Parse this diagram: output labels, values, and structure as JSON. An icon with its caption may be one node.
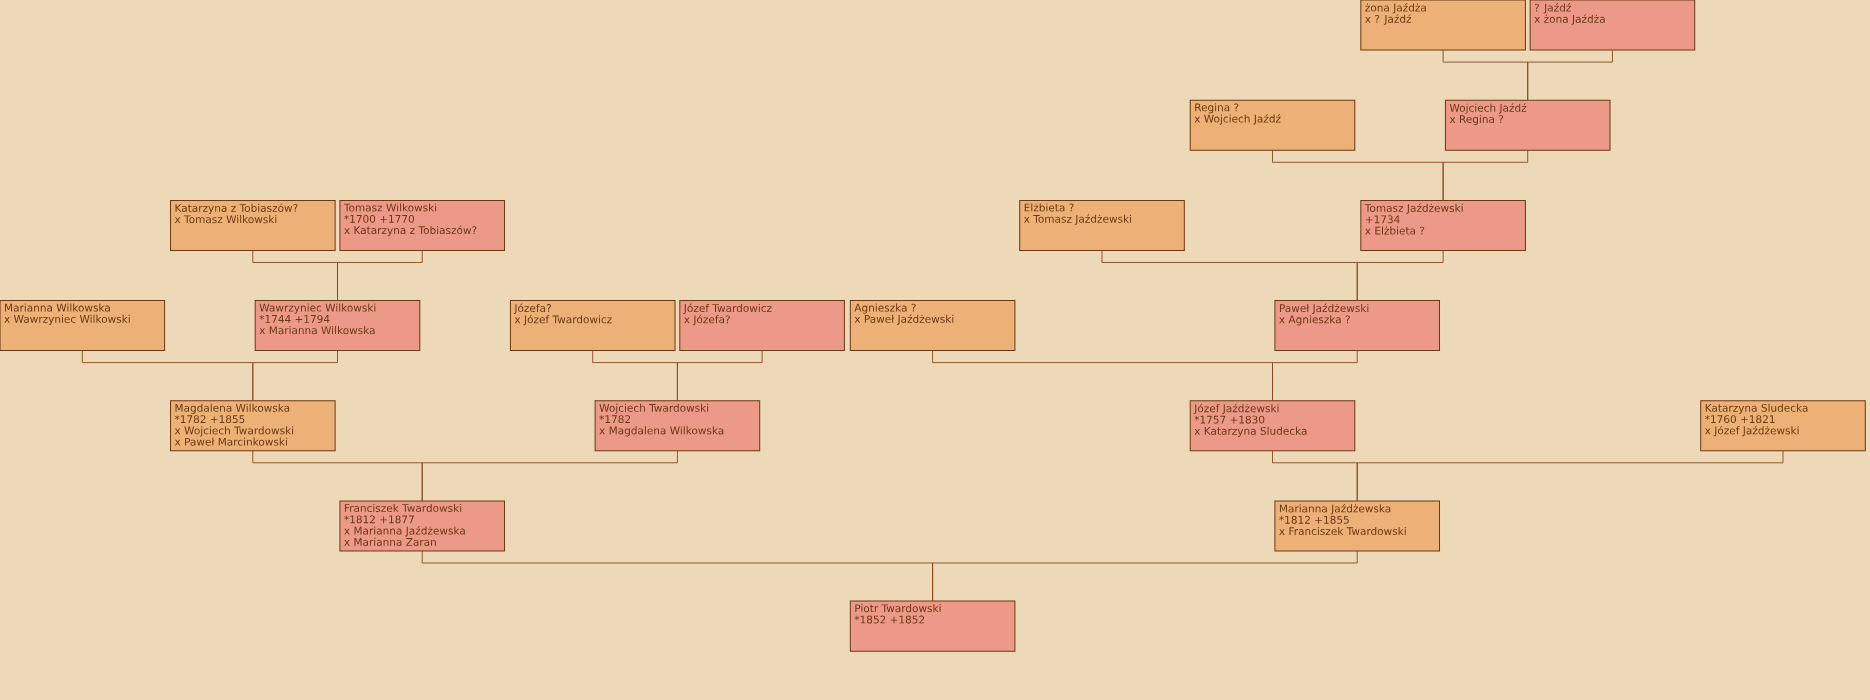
{
  "diagram": {
    "nodes": [
      {
        "text": [
          "żona Jaźdża",
          "x ? Jaźdź"
        ]
      },
      {
        "text": [
          "? Jaźdź",
          "x żona Jaźdża"
        ]
      },
      {
        "text": [
          "Regina ?",
          "x Wojciech Jaźdź"
        ]
      },
      {
        "text": [
          "Wojciech Jaźdź",
          "x Regina ?"
        ]
      },
      {
        "text": [
          "Katarzyna z Tobiaszów?",
          "x Tomasz Wilkowski"
        ]
      },
      {
        "text": [
          "Tomasz Wilkowski",
          "*1700 +1770",
          "x Katarzyna z Tobiaszów?"
        ]
      },
      {
        "text": [
          "Elżbieta ?",
          "x Tomasz Jaźdżewski"
        ]
      },
      {
        "text": [
          "Tomasz Jaźdżewski",
          "+1734",
          "x Elżbieta ?"
        ]
      },
      {
        "text": [
          "Marianna Wilkowska",
          "x Wawrzyniec Wilkowski"
        ]
      },
      {
        "text": [
          "Wawrzyniec Wilkowski",
          "*1744 +1794",
          "x Marianna Wilkowska"
        ]
      },
      {
        "text": [
          "Józefa?",
          "x Józef Twardowicz"
        ]
      },
      {
        "text": [
          "Józef Twardowicz",
          "x Józefa?"
        ]
      },
      {
        "text": [
          "Agnieszka ?",
          "x Paweł Jaźdżewski"
        ]
      },
      {
        "text": [
          "Paweł Jaźdżewski",
          "x Agnieszka ?"
        ]
      },
      {
        "text": [
          "Magdalena Wilkowska",
          "*1782 +1855",
          "x Wojciech Twardowski",
          "x Paweł Marcinkowski"
        ]
      },
      {
        "text": [
          "Wojciech Twardowski",
          "*1782",
          "x Magdalena Wilkowska"
        ]
      },
      {
        "text": [
          "Józef Jaźdżewski",
          "*1757 +1830",
          "x Katarzyna Sludecka"
        ]
      },
      {
        "text": [
          "Katarzyna Sludecka",
          "*1760 +1821",
          "x Józef Jaźdżewski"
        ]
      },
      {
        "text": [
          "Franciszek Twardowski",
          "*1812 +1877",
          "x Marianna Jaźdżewska",
          "x Marianna Zaran"
        ]
      },
      {
        "text": [
          "Marianna Jaźdżewska",
          "*1812 +1855",
          "x Franciszek Twardowski"
        ]
      },
      {
        "text": [
          "Piotr Twardowski",
          "*1852 +1852"
        ]
      }
    ],
    "edges": [
      {
        "from": 0,
        "to": 3,
        "arrow": "none"
      },
      {
        "from": 1,
        "to": 3,
        "arrow": "none"
      },
      {
        "from": 2,
        "to": 7,
        "arrow": "none"
      },
      {
        "from": 3,
        "to": 7,
        "arrow": "none"
      },
      {
        "from": 4,
        "to": 9,
        "arrow": "none"
      },
      {
        "from": 5,
        "to": 9,
        "arrow": "none"
      },
      {
        "from": 6,
        "to": 13,
        "arrow": "none"
      },
      {
        "from": 7,
        "to": 13,
        "arrow": "none"
      },
      {
        "from": 8,
        "to": 14,
        "arrow": "none"
      },
      {
        "from": 9,
        "to": 14,
        "arrow": "none"
      },
      {
        "from": 10,
        "to": 15,
        "arrow": "none"
      },
      {
        "from": 11,
        "to": 15,
        "arrow": "none"
      },
      {
        "from": 12,
        "to": 16,
        "arrow": "none"
      },
      {
        "from": 13,
        "to": 16,
        "arrow": "none"
      },
      {
        "from": 14,
        "to": 18,
        "arrow": "none"
      },
      {
        "from": 15,
        "to": 18,
        "arrow": "none"
      },
      {
        "from": 16,
        "to": 19,
        "arrow": "none"
      },
      {
        "from": 17,
        "to": 19,
        "arrow": "none"
      },
      {
        "from": 18,
        "to": 20,
        "arrow": "none"
      },
      {
        "from": 19,
        "to": 20,
        "arrow": "none"
      }
    ]
  }
}
